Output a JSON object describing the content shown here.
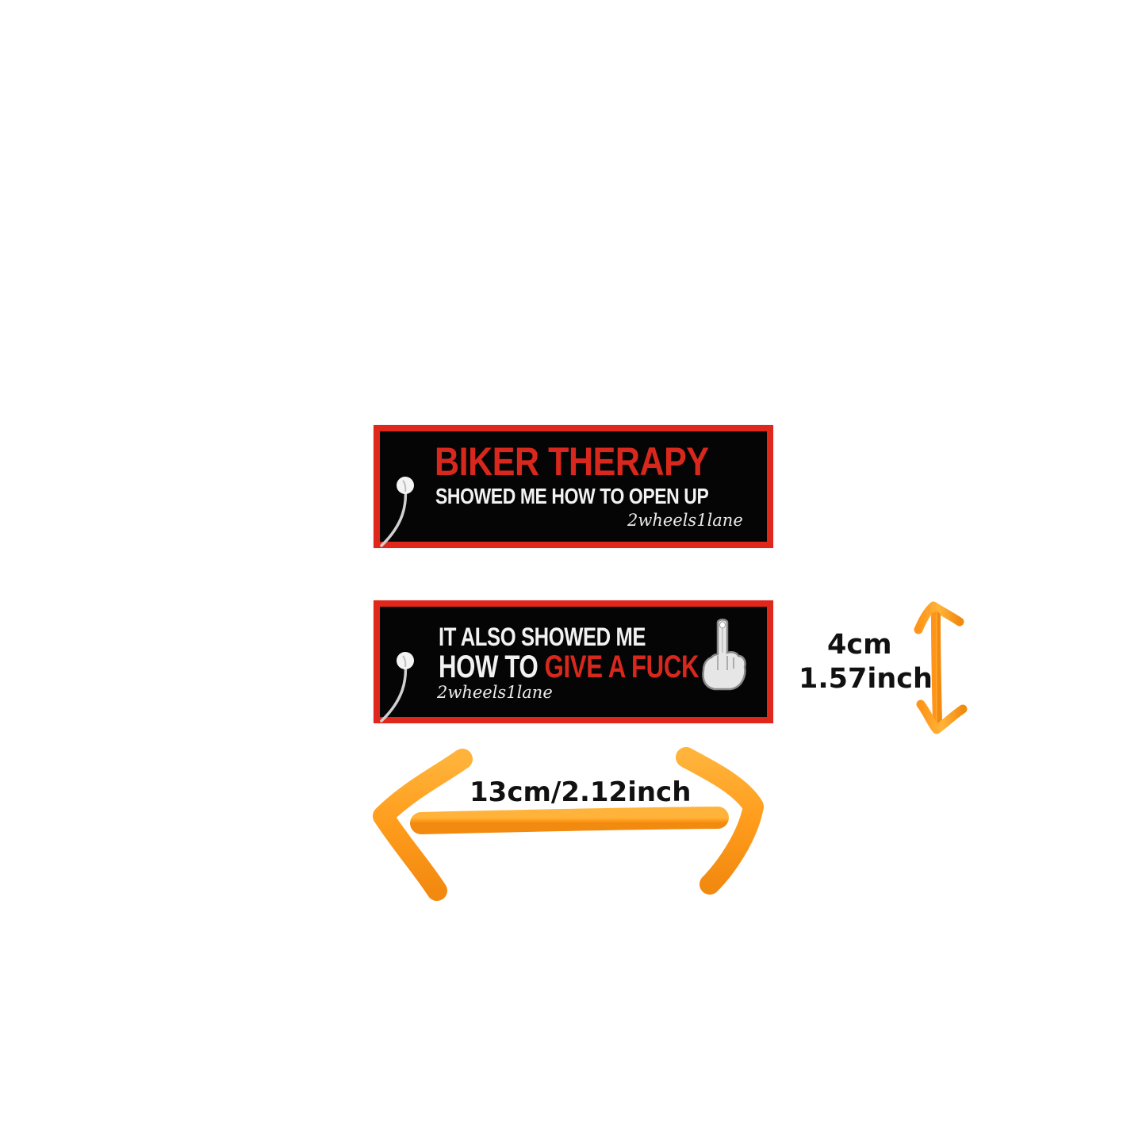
{
  "tags": [
    {
      "line1": "BIKER THERAPY",
      "line2": "SHOWED ME HOW TO OPEN UP",
      "signature": "2wheels1lane"
    },
    {
      "line1": "IT ALSO SHOWED ME",
      "line2_white": "HOW TO ",
      "line2_red": "GIVE A FUCK",
      "signature": "2wheels1lane",
      "icon": "middle-finger-hand-icon"
    }
  ],
  "dimensions": {
    "height_cm": "4cm",
    "height_inch": "1.57inch",
    "width_label": "13cm/2.12inch"
  },
  "colors": {
    "tag_border": "#e0271c",
    "tag_background": "#050505",
    "accent_red_text": "#d8281d",
    "white_text": "#f2f2f2",
    "arrow_orange": "#ffa21c"
  }
}
